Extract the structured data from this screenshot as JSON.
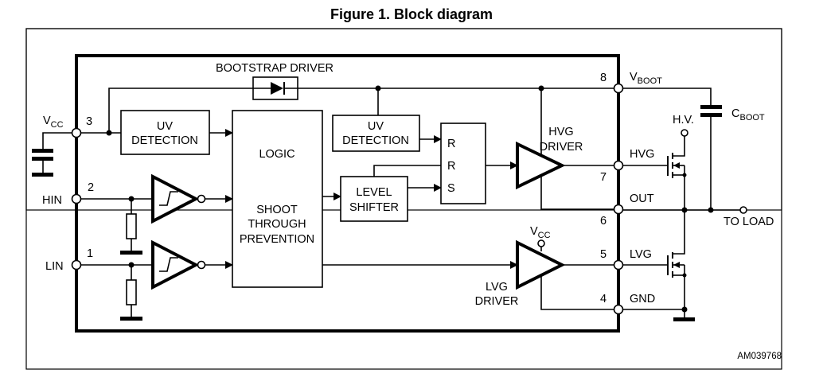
{
  "figure": {
    "title": "Figure 1. Block diagram",
    "reference_code": "AM039768"
  },
  "blocks": {
    "bootstrap_driver": "BOOTSTRAP DRIVER",
    "uv_detection_1": [
      "UV",
      "DETECTION"
    ],
    "uv_detection_2": [
      "UV",
      "DETECTION"
    ],
    "logic": [
      "LOGIC",
      "SHOOT",
      "THROUGH",
      "PREVENTION"
    ],
    "level_shifter": [
      "LEVEL",
      "SHIFTER"
    ],
    "latch_inputs": [
      "R",
      "R",
      "S"
    ],
    "hvg_driver": [
      "HVG",
      "DRIVER"
    ],
    "lvg_driver": [
      "LVG",
      "DRIVER"
    ]
  },
  "pins": [
    {
      "number": "3",
      "name": "V",
      "sub": "CC"
    },
    {
      "number": "2",
      "name": "HIN"
    },
    {
      "number": "1",
      "name": "LIN"
    },
    {
      "number": "8",
      "name": "V",
      "sub": "BOOT"
    },
    {
      "number": "7",
      "name": "HVG"
    },
    {
      "number": "6",
      "name": "OUT"
    },
    {
      "number": "5",
      "name": "LVG"
    },
    {
      "number": "4",
      "name": "GND"
    }
  ],
  "external": {
    "cboot": {
      "name": "C",
      "sub": "BOOT"
    },
    "hv": "H.V.",
    "to_load": "TO LOAD",
    "lvg_supply": {
      "name": "V",
      "sub": "CC"
    }
  }
}
